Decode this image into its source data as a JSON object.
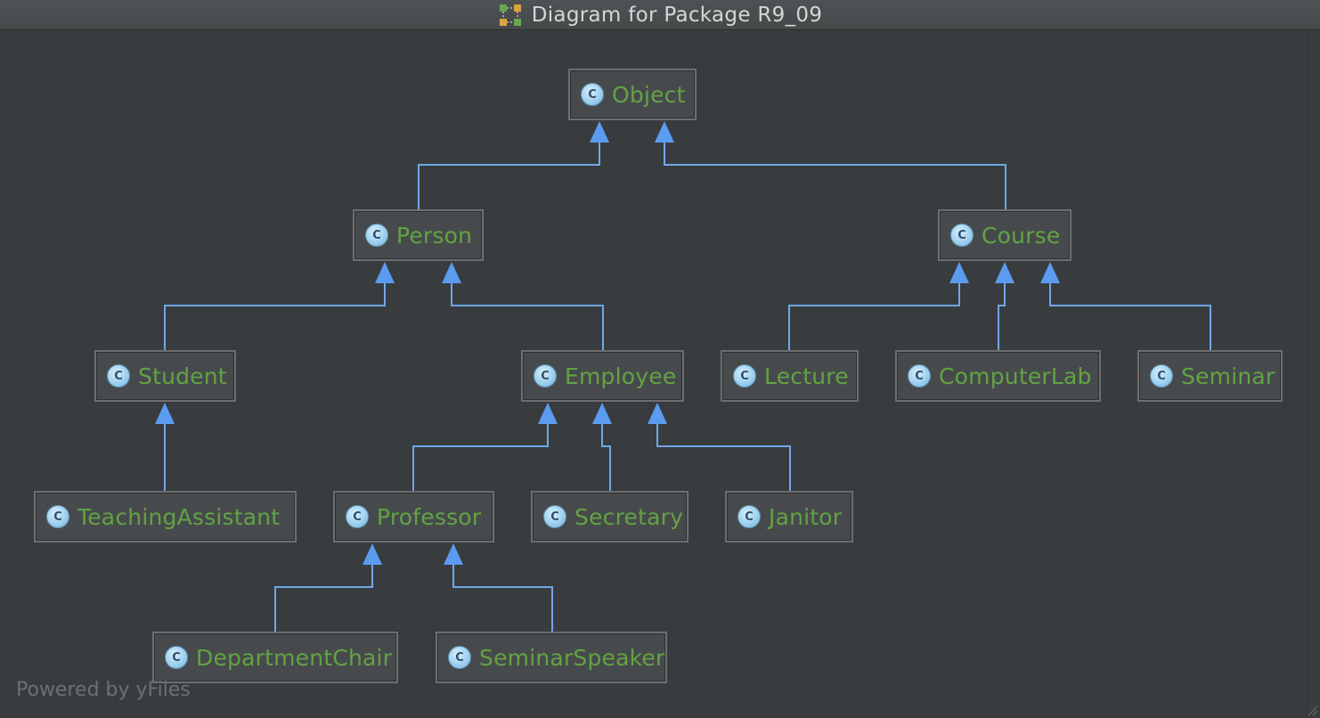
{
  "window": {
    "title": "Diagram for Package R9_09"
  },
  "colors": {
    "background": "#393c3f",
    "node_fill": "#474a4c",
    "node_border": "#6e6e6e",
    "class_name": "#62a344",
    "edge": "#6fa8e6",
    "arrowhead": "#5b9bf0"
  },
  "class_icon_glyph": "C",
  "nodes": {
    "object": "Object",
    "person": "Person",
    "course": "Course",
    "student": "Student",
    "employee": "Employee",
    "lecture": "Lecture",
    "computerlab": "ComputerLab",
    "seminar": "Seminar",
    "teachingassistant": "TeachingAssistant",
    "professor": "Professor",
    "secretary": "Secretary",
    "janitor": "Janitor",
    "departmentchair": "DepartmentChair",
    "seminarspeaker": "SeminarSpeaker"
  },
  "edges": [
    {
      "from": "person",
      "to": "object"
    },
    {
      "from": "course",
      "to": "object"
    },
    {
      "from": "student",
      "to": "person"
    },
    {
      "from": "employee",
      "to": "person"
    },
    {
      "from": "lecture",
      "to": "course"
    },
    {
      "from": "computerlab",
      "to": "course"
    },
    {
      "from": "seminar",
      "to": "course"
    },
    {
      "from": "teachingassistant",
      "to": "student"
    },
    {
      "from": "professor",
      "to": "employee"
    },
    {
      "from": "secretary",
      "to": "employee"
    },
    {
      "from": "janitor",
      "to": "employee"
    },
    {
      "from": "departmentchair",
      "to": "professor"
    },
    {
      "from": "seminarspeaker",
      "to": "professor"
    }
  ],
  "footer": {
    "watermark": "Powered by yFiles"
  }
}
